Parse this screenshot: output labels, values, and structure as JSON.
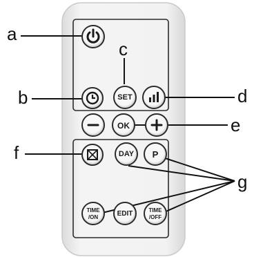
{
  "callouts": {
    "a": "a",
    "b": "b",
    "c": "c",
    "d": "d",
    "e": "e",
    "f": "f",
    "g": "g"
  },
  "buttons": {
    "power": {
      "icon": "power-icon"
    },
    "timer": {
      "icon": "clock-icon"
    },
    "set": {
      "label": "SET"
    },
    "level": {
      "icon": "signal-bars-icon"
    },
    "minus": {
      "icon": "minus-icon"
    },
    "ok": {
      "label": "OK"
    },
    "plus": {
      "icon": "plus-icon"
    },
    "window": {
      "icon": "window-icon"
    },
    "day": {
      "label": "DAY"
    },
    "p": {
      "label": "P"
    },
    "time_on": {
      "line1": "TIME",
      "line2": "/ON"
    },
    "edit": {
      "label": "EDIT"
    },
    "time_off": {
      "line1": "TIME",
      "line2": "/OFF"
    }
  },
  "colors": {
    "remote_body": "#ececec",
    "panel_border": "#2a2a2a",
    "leader_line": "#111111"
  }
}
